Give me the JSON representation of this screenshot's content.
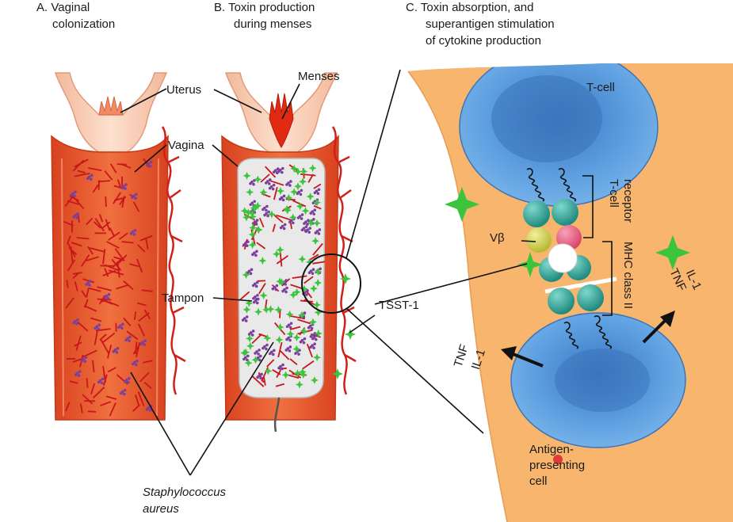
{
  "panels": {
    "a": {
      "title_line1": "A. Vaginal",
      "title_line2": "colonization"
    },
    "b": {
      "title_line1": "B. Toxin production",
      "title_line2": "during menses"
    },
    "c": {
      "title_line1": "C. Toxin  absorption, and",
      "title_line2": "superantigen stimulation",
      "title_line3": "of cytokine production"
    }
  },
  "labels": {
    "uterus": "Uterus",
    "menses": "Menses",
    "vagina": "Vagina",
    "tampon": "Tampon",
    "tsst": "TSST-1",
    "staph_line1": "Staphylococcus",
    "staph_line2": "aureus",
    "tcell": "T-cell",
    "tcell_receptor_line1": "T-cell",
    "tcell_receptor_line2": "receptor",
    "vbeta": "Vβ",
    "mhc": "MHC class II",
    "tnf_right": "TNF",
    "il1_right": "IL-1",
    "tnf_left": "TNF",
    "il1_left": "IL-1",
    "apc_line1": "Antigen-",
    "apc_line2": "presenting",
    "apc_line3": "cell"
  },
  "colors": {
    "vagina_wall": "#e8552f",
    "uterus": "#f6c3a6",
    "menses": "#e02a12",
    "bacteria_rod": "#c8161b",
    "bacteria_cocci": "#7b3f9e",
    "toxin": "#3cc43c",
    "tampon": "#ebebeb",
    "tcell": "#4e8fd1",
    "background_tissue": "#f7b56d",
    "mhc_bead": "#2fa69a"
  }
}
